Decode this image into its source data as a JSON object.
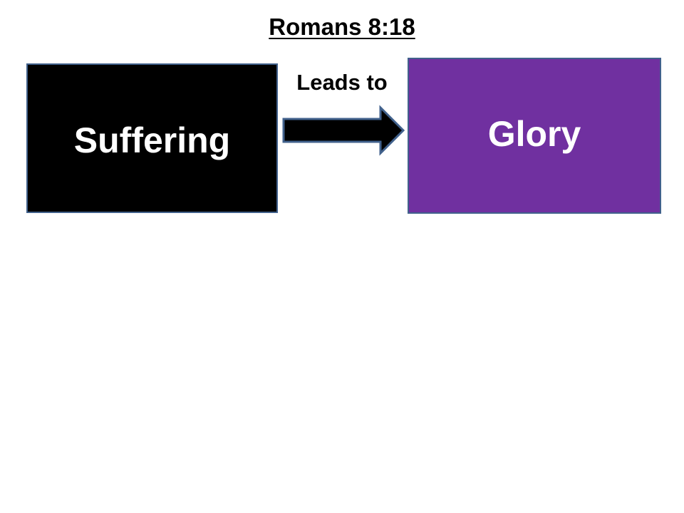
{
  "title": "Romans 8:18",
  "nodes": {
    "source": {
      "label": "Suffering",
      "fill": "#000000"
    },
    "target": {
      "label": "Glory",
      "fill": "#7030a0"
    }
  },
  "edge": {
    "label": "Leads to",
    "fill": "#000000",
    "outline": "#41618c"
  }
}
